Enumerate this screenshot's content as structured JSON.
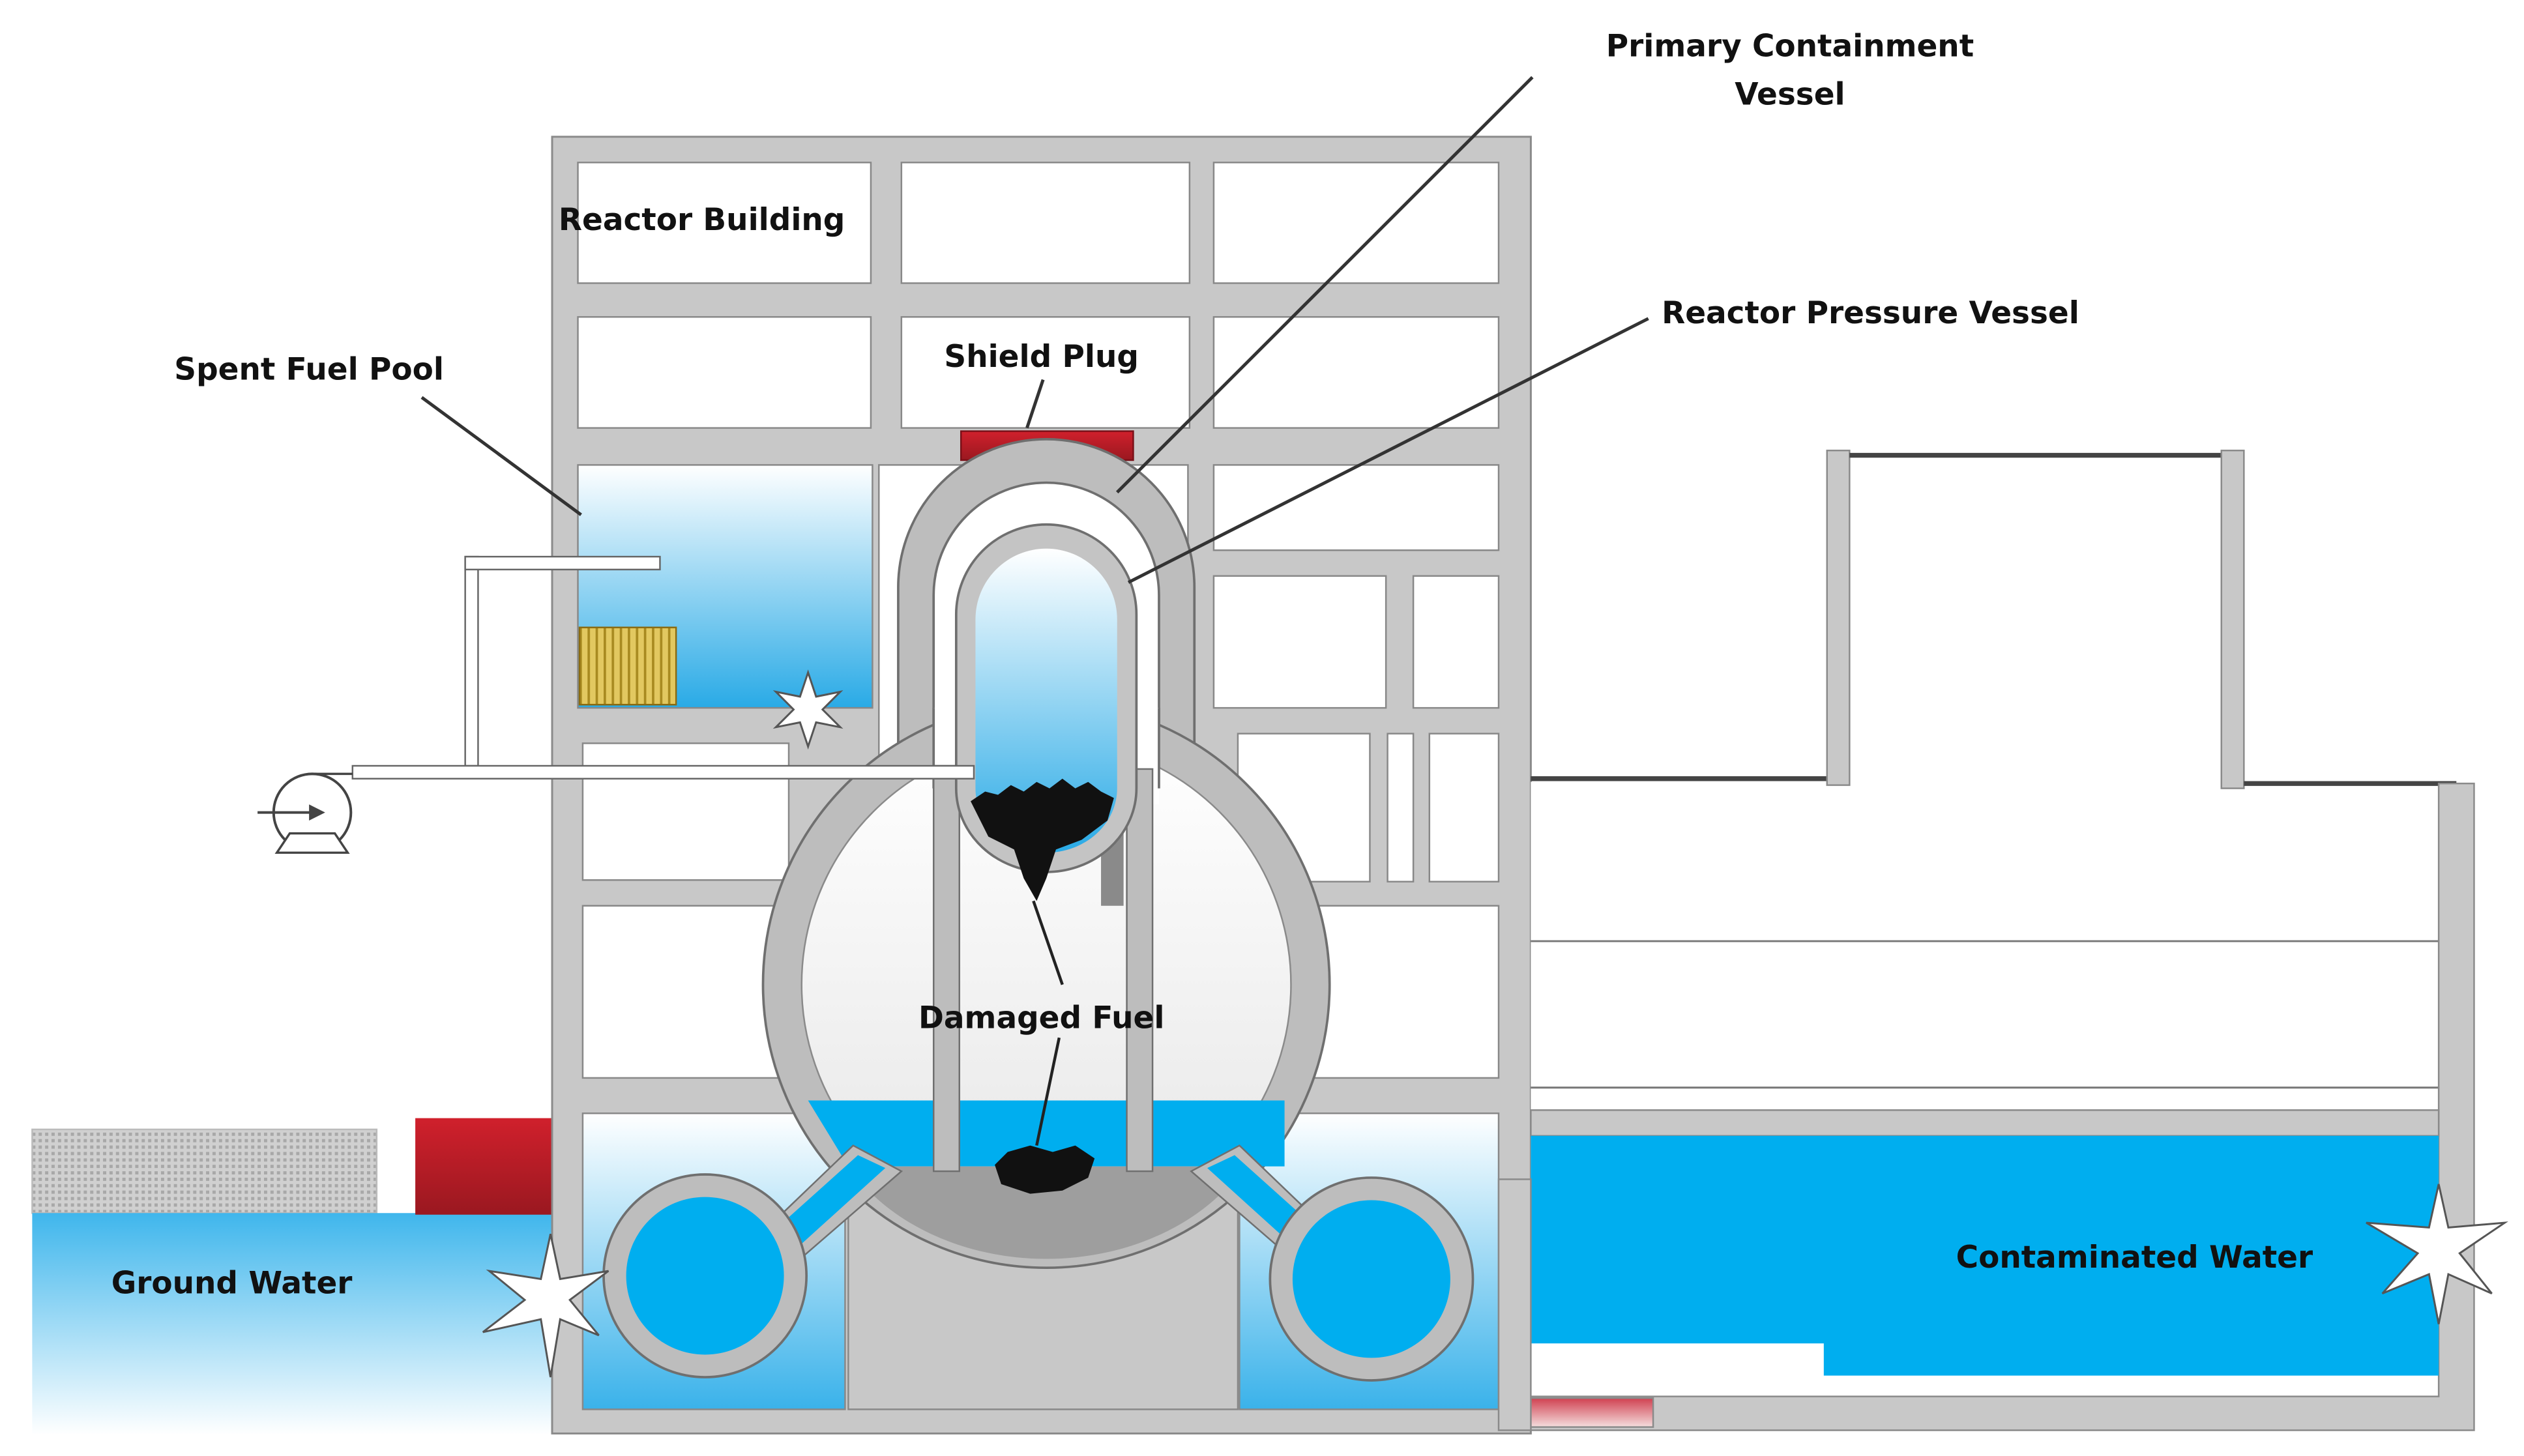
{
  "labels": {
    "primary_containment_line1": "Primary Containment",
    "primary_containment_line2": "Vessel",
    "reactor_building": "Reactor Building",
    "shield_plug": "Shield Plug",
    "reactor_pressure_vessel": "Reactor Pressure Vessel",
    "spent_fuel_pool": "Spent Fuel Pool",
    "damaged_fuel": "Damaged Fuel",
    "ground_water": "Ground Water",
    "contaminated_water": "Contaminated Water"
  },
  "colors": {
    "concrete": "#c8c8c8",
    "concrete_edge": "#8a8a8a",
    "water": "#00aeef",
    "shield_red": "#c0202a",
    "fuel_rack": "#d4b43c",
    "room_fill": "#ffffff",
    "text": "#111111"
  },
  "icons": {
    "pump": "pump-icon",
    "leak": "leak-star-icon"
  }
}
